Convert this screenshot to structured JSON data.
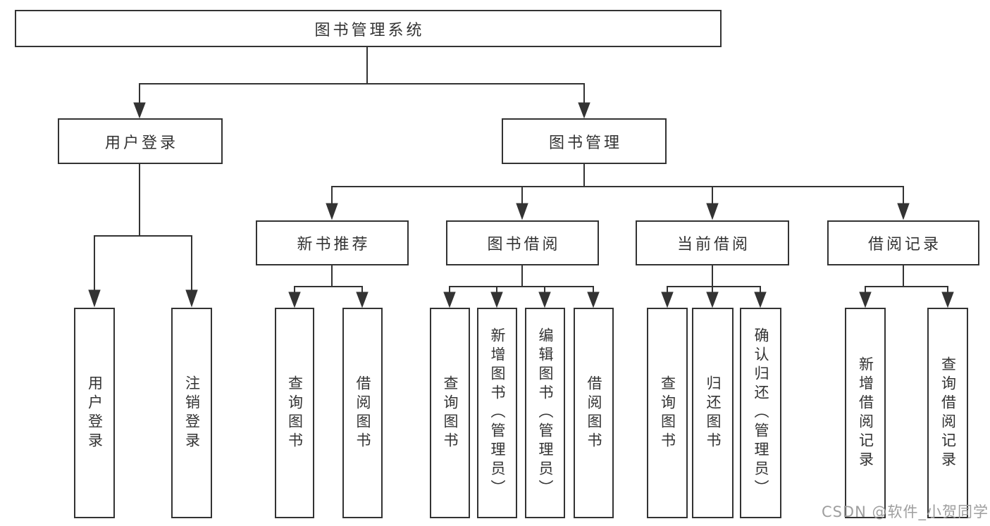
{
  "diagram": {
    "root": {
      "label": "图书管理系统"
    },
    "branches": [
      {
        "label": "用户登录",
        "children": [
          {
            "label": "用户登录"
          },
          {
            "label": "注销登录"
          }
        ]
      },
      {
        "label": "图书管理",
        "children": [
          {
            "label": "新书推荐",
            "children": [
              {
                "label": "查询图书"
              },
              {
                "label": "借阅图书"
              }
            ]
          },
          {
            "label": "图书借阅",
            "children": [
              {
                "label": "查询图书"
              },
              {
                "label": "新增图书（管理员）"
              },
              {
                "label": "编辑图书（管理员）"
              },
              {
                "label": "借阅图书"
              }
            ]
          },
          {
            "label": "当前借阅",
            "children": [
              {
                "label": "查询图书"
              },
              {
                "label": "归还图书"
              },
              {
                "label": "确认归还（管理员）"
              }
            ]
          },
          {
            "label": "借阅记录",
            "children": [
              {
                "label": "新增借阅记录"
              },
              {
                "label": "查询借阅记录"
              }
            ]
          }
        ]
      }
    ],
    "watermark": {
      "text": "CSDN @软件_小贺同学"
    },
    "colors": {
      "line": "#333333",
      "text": "#333333",
      "background": "#ffffff",
      "watermark": "#9e9e9e"
    }
  }
}
